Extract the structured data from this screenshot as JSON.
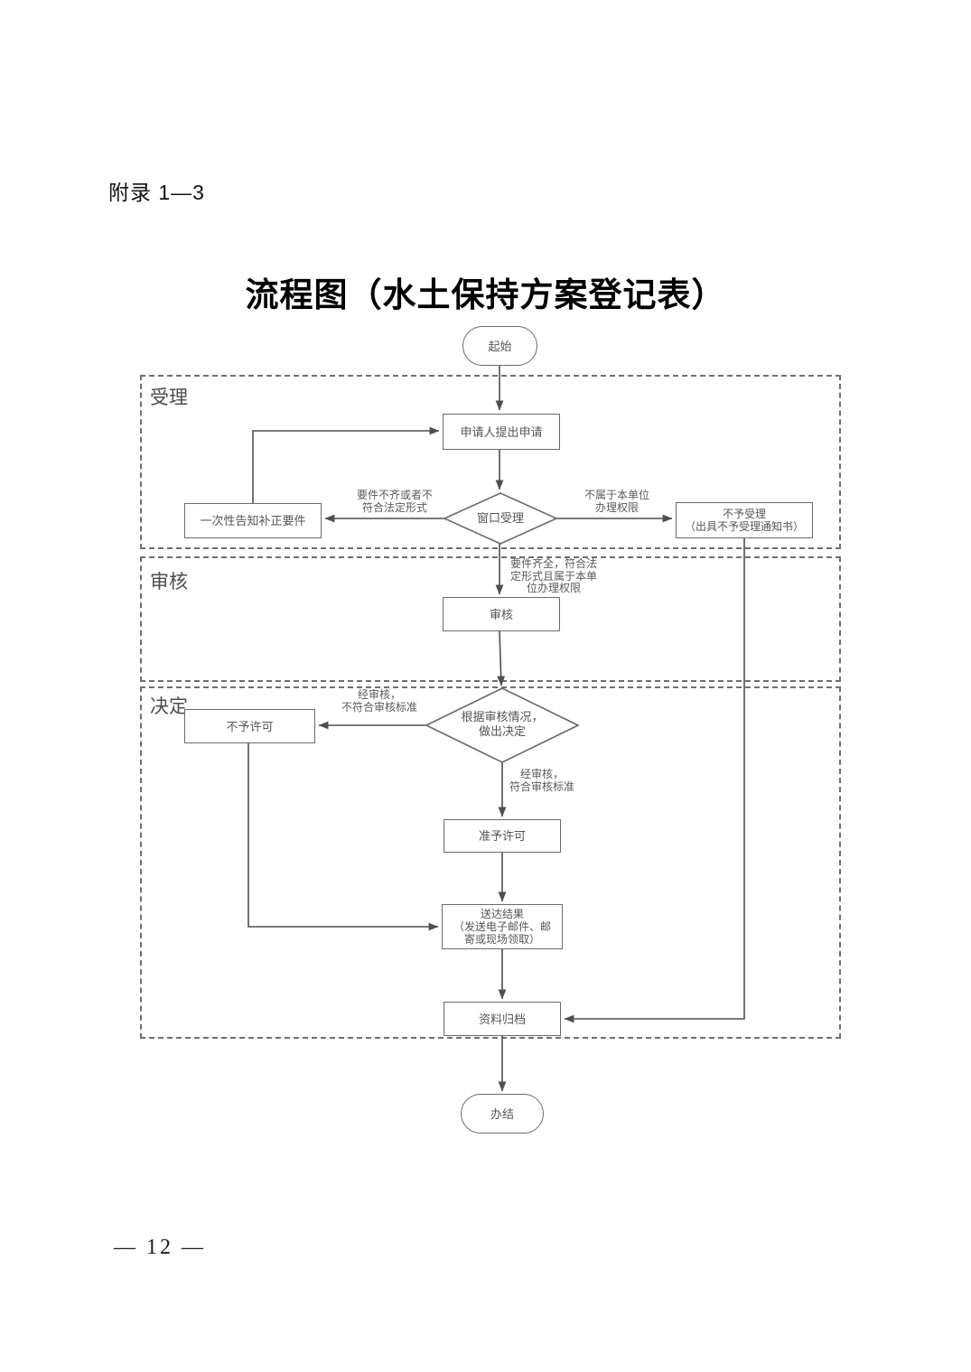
{
  "page": {
    "appendix": "附录 1—3",
    "title": "流程图（水土保持方案登记表）",
    "page_number": "— 12 —"
  },
  "flowchart": {
    "start_label": "起始",
    "end_label": "办结",
    "sections": {
      "accept": "受理",
      "review": "审核",
      "decide": "决定"
    },
    "nodes": {
      "apply": "申请人提出申请",
      "window_accept": "窗口受理",
      "notify_correction": "一次性告知补正要件",
      "not_accept": "不予受理\n（出具不予受理通知书）",
      "review": "审核",
      "decision": "根据审核情况，\n做出决定",
      "deny": "不予许可",
      "grant": "准予许可",
      "deliver": "送达结果\n（发送电子邮件、邮\n寄或现场领取）",
      "archive": "资料归档"
    },
    "edge_labels": {
      "incomplete": "要件不齐或者不\n符合法定形式",
      "no_authority": "不属于本单位\n办理权限",
      "complete": "要件齐全，符合法\n定形式且属于本单\n位办理权限",
      "fail": "经审核，\n不符合审核标准",
      "pass": "经审核，\n符合审核标准"
    },
    "colors": {
      "line": "#4f4f4f",
      "node_border": "#6b6b6b",
      "text": "#565656"
    }
  }
}
